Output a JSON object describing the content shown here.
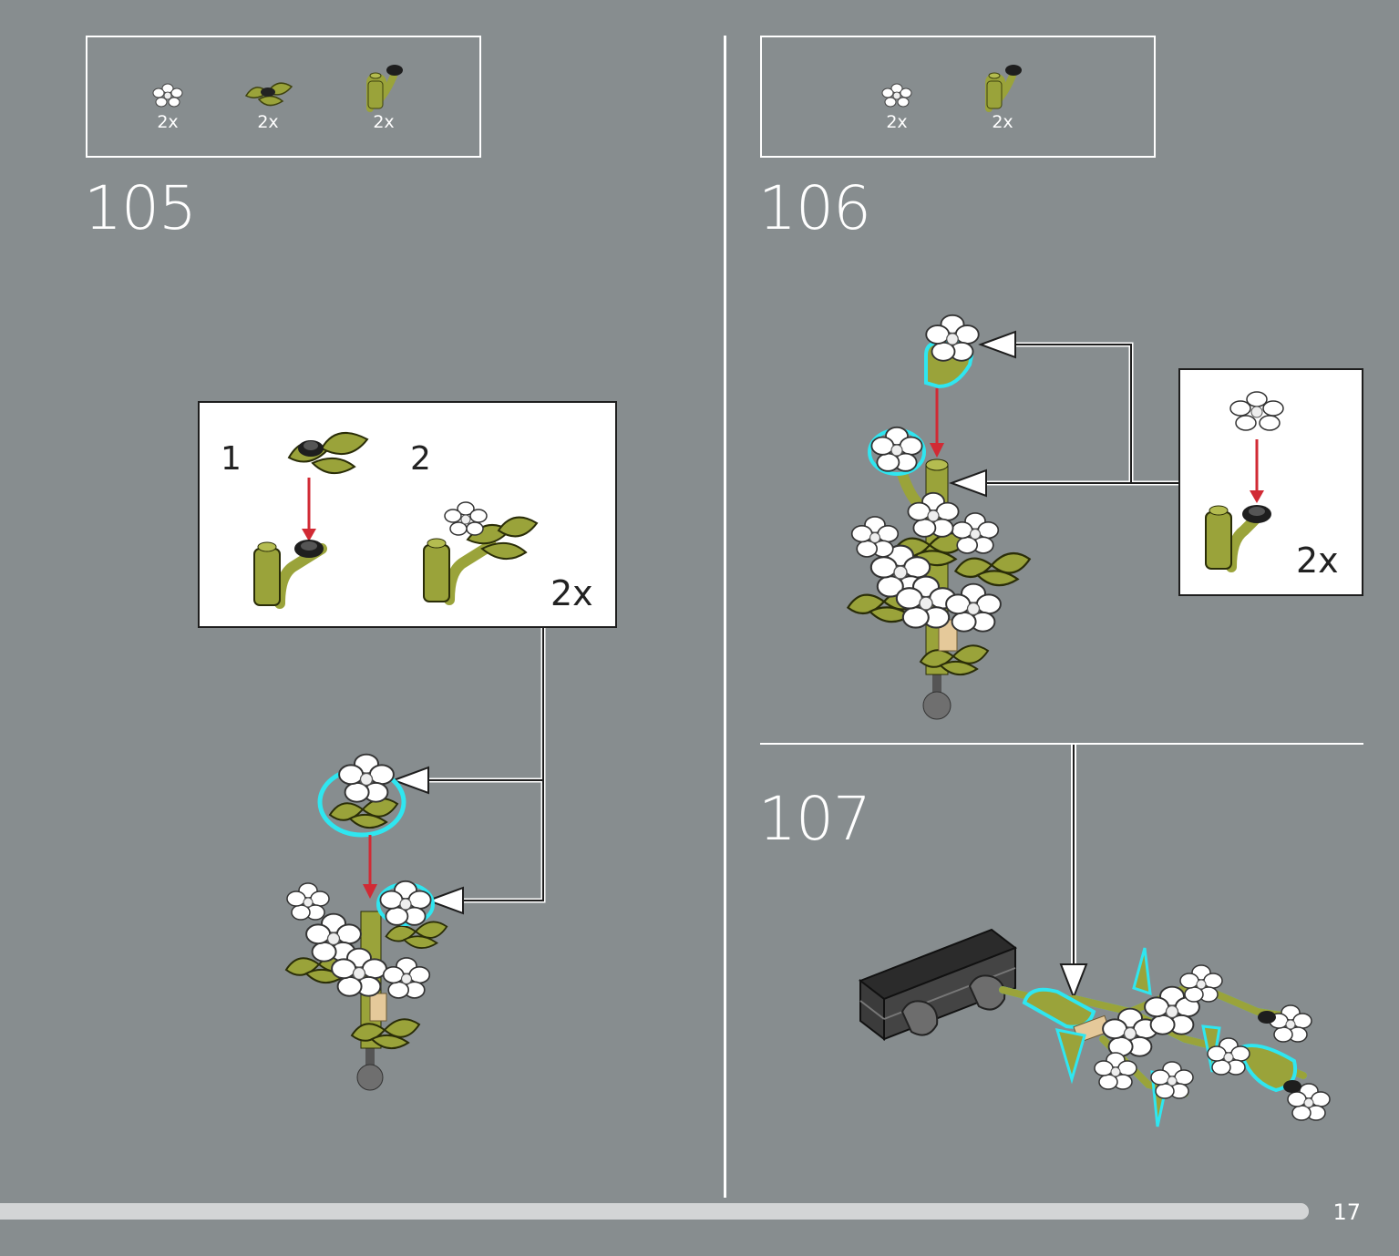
{
  "page": {
    "number": "17",
    "progress_percent": 100,
    "background": "#878d8f"
  },
  "colors": {
    "olive": "#9aa33a",
    "olive_dark": "#5d6418",
    "highlight": "#2fe6f0",
    "arrow_red": "#d12a34",
    "white": "#ffffff",
    "tan": "#e5c99a",
    "black": "#1e1e1e"
  },
  "steps": [
    {
      "number": "105",
      "parts": [
        {
          "icon": "white-flower-icon",
          "qty": "2x"
        },
        {
          "icon": "olive-leaf-plate-icon",
          "qty": "2x"
        },
        {
          "icon": "olive-stem-clip-icon",
          "qty": "2x"
        }
      ],
      "subassembly": {
        "multiplier": "2x",
        "substeps": [
          {
            "number": "1"
          },
          {
            "number": "2"
          }
        ]
      }
    },
    {
      "number": "106",
      "parts": [
        {
          "icon": "white-flower-icon",
          "qty": "2x"
        },
        {
          "icon": "olive-stem-clip-icon",
          "qty": "2x"
        }
      ],
      "subassembly": {
        "multiplier": "2x"
      }
    },
    {
      "number": "107"
    }
  ]
}
